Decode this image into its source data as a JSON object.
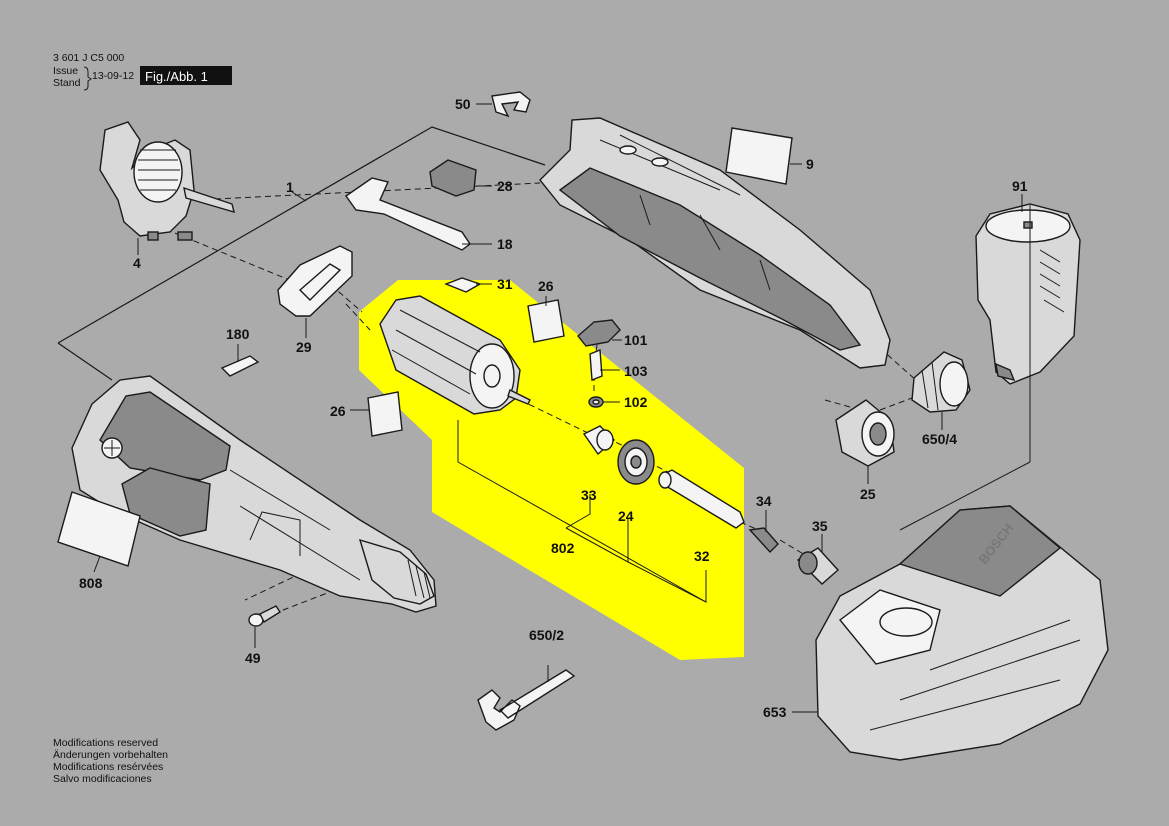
{
  "header": {
    "doc_number": "3 601 J C5 000",
    "issue_label_1": "Issue",
    "issue_label_2": "Stand",
    "date": "13-09-12",
    "figure": "Fig./Abb. 1"
  },
  "parts": {
    "p1": "1",
    "p4": "4",
    "p9": "9",
    "p18": "18",
    "p24": "24",
    "p25": "25",
    "p26a": "26",
    "p26b": "26",
    "p28": "28",
    "p29": "29",
    "p31": "31",
    "p32": "32",
    "p33": "33",
    "p34": "34",
    "p35": "35",
    "p49": "49",
    "p50": "50",
    "p91": "91",
    "p101": "101",
    "p102": "102",
    "p103": "103",
    "p180": "180",
    "p650_2": "650/2",
    "p650_4": "650/4",
    "p653": "653",
    "p802": "802",
    "p808": "808"
  },
  "brand_mark": "BOSCH",
  "notes": [
    "Modifications reserved",
    "Änderungen vorbehalten",
    "Modifications resérvées",
    "Salvo modificaciones"
  ],
  "highlight_color": "#ffff00"
}
